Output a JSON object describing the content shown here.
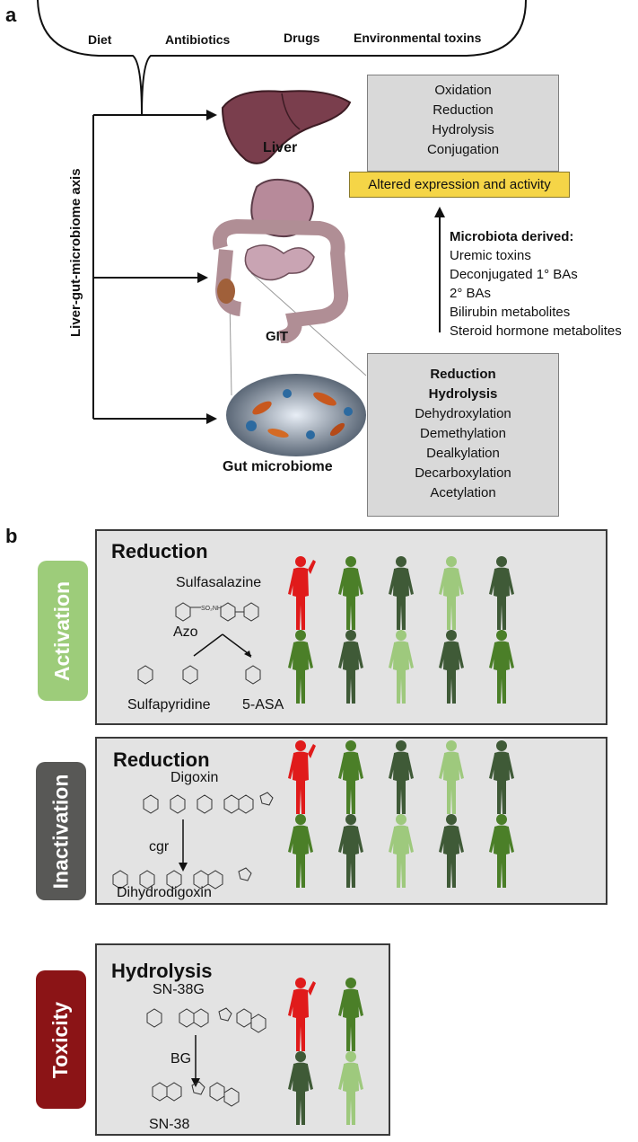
{
  "panel_a": {
    "letter": "a",
    "inputs": [
      "Diet",
      "Antibiotics",
      "Drugs",
      "Environmental toxins"
    ],
    "axis_label": "Liver-gut-microbiome axis",
    "organs": {
      "liver": "Liver",
      "git": "GIT",
      "microbiome": "Gut microbiome"
    },
    "liver_reactions": [
      "Oxidation",
      "Reduction",
      "Hydrolysis",
      "Conjugation"
    ],
    "altered": "Altered expression and activity",
    "microbiota_title": "Microbiota derived:",
    "microbiota_items": [
      "Uremic toxins",
      "Deconjugated 1° BAs",
      "2° BAs",
      "Bilirubin metabolites",
      "Steroid hormone metabolites"
    ],
    "microbiome_reactions_bold": [
      "Reduction",
      "Hydrolysis"
    ],
    "microbiome_reactions": [
      "Dehydroxylation",
      "Demethylation",
      "Dealkylation",
      "Decarboxylation",
      "Acetylation"
    ]
  },
  "panel_b": {
    "letter": "b",
    "rows": [
      {
        "category": "Activation",
        "reaction": "Reduction",
        "drug": "Sulfasalazine",
        "enzyme": "Azo",
        "products": [
          "Sulfapyridine",
          "5-ASA"
        ]
      },
      {
        "category": "Inactivation",
        "reaction": "Reduction",
        "drug": "Digoxin",
        "enzyme": "cgr",
        "product": "Dihydrodigoxin"
      },
      {
        "category": "Toxicity",
        "reaction": "Hydrolysis",
        "drug": "SN-38G",
        "enzyme": "BG",
        "product": "SN-38"
      }
    ]
  },
  "colors": {
    "activation": "#9dcc7a",
    "inactivation": "#585856",
    "toxicity": "#8b1416",
    "altered_fill": "#f5d547",
    "red": "#e01b1b",
    "green_mid": "#4b7f28",
    "green_dark": "#3f5a37",
    "green_light": "#9ec97d"
  }
}
